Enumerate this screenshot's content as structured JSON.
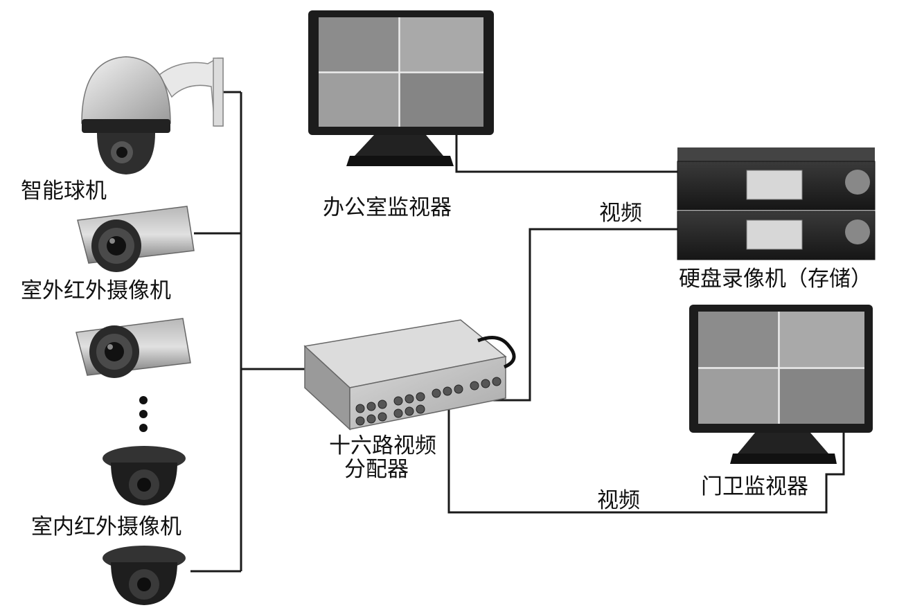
{
  "labels": {
    "ptz_camera": "智能球机",
    "outdoor_ir_camera": "室外红外摄像机",
    "indoor_ir_camera": "室内红外摄像机",
    "office_monitor": "办公室监视器",
    "dvr": "硬盘录像机（存储）",
    "gate_monitor": "门卫监视器",
    "splitter_line1": "十六路视频",
    "splitter_line2": "分配器",
    "video_link_dvr": "视频",
    "video_link_gate": "视频"
  },
  "colors": {
    "line": "#1a1a1a",
    "device_dark": "#2a2a2a",
    "device_mid": "#8a8a8a",
    "device_light": "#d4d4d4",
    "screen": "#bcbcbc"
  }
}
